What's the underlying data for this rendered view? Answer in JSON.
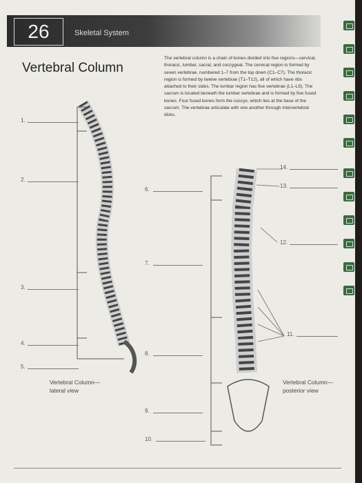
{
  "header": {
    "chapter_number": "26",
    "section": "Skeletal System"
  },
  "title": "Vertebral Column",
  "description": "The vertebral column is a chain of bones divided into five regions—cervical, thoracic, lumbar, sacral, and coccygeal. The cervical region is formed by seven vertebrae, numbered 1–7 from the top down (C1–C7). The thoracic region is formed by twelve vertebrae (T1–T12), all of which have ribs attached to their sides. The lumbar region has five vertebrae (L1–L5). The sacrum is located beneath the lumbar vertebrae and is formed by five fused bones. Four fused bones form the coccyx, which lies at the base of the sacrum. The vertebrae articulate with one another through intervertebral disks.",
  "labels": {
    "l1": "1.",
    "l2": "2.",
    "l3": "3.",
    "l4": "4.",
    "l5": "5.",
    "l6": "6.",
    "l7": "7.",
    "l8": "8.",
    "l9": "9.",
    "l10": "10.",
    "l11": "11.",
    "l12": "12.",
    "l13": "13.",
    "l14": "14."
  },
  "captions": {
    "lateral": "Vertebral Column—\nlateral view",
    "posterior": "Vertebral Column—\nposterior view"
  },
  "colors": {
    "header_dark": "#2b2b2b",
    "tab_green": "#3b6a3f",
    "page": "#ecebe6"
  }
}
